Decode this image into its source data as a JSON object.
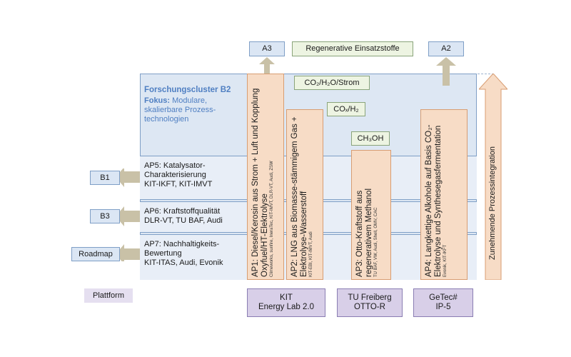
{
  "top": {
    "a3": "A3",
    "regen": "Regenerative Einsatzstoffe",
    "a2": "A2"
  },
  "cluster": {
    "title": "Forschungscluster B2",
    "focus_label": "Fokus:",
    "focus_text": " Modulare, skalierbare Prozess-technologien"
  },
  "chemicals": {
    "co2": "CO₂/H₂O/Strom",
    "cox": "COₓ/H₂",
    "ch3oh": "CH₃OH"
  },
  "rows": [
    {
      "title": "AP5: Katalysator-Charakterisierung",
      "partners": "KIT-IKFT, KIT-IMVT"
    },
    {
      "title": "AP6: Kraftstoffqualität",
      "partners": "DLR-VT, TU BAF, Audi"
    },
    {
      "title": "AP7: Nachhaltigkeits-Bewertung",
      "partners": "KIT-ITAS, Audi, Evonik"
    }
  ],
  "left_targets": [
    "B1",
    "B3",
    "Roadmap"
  ],
  "columns": [
    {
      "title": "AP1: Diesel/Kerosin aus Strom + Luft und Kopplung Oxyfuel/HT-Elektrolyse",
      "partners": "Climeworks, sunfire, IneraTec, KIT-IMVT, DLR-VT, Audi, ZSW"
    },
    {
      "title": "AP2: LNG aus Biomasse-stämmigem Gas + Elektrolyse-Wasserstoff",
      "partners": "KIT-EBI, KIT-IMVT, Audi"
    },
    {
      "title": "AP3: Otto-Kraftstoff aus regenerativem Methanol",
      "partners": "TU BAF, VW, Audi, Shell, OMV, CAC"
    },
    {
      "title": "AP4: Langkettige Alkohole auf Basis CO₂-Elektrolyse und Synthesegasfermentation",
      "partners": "Evonik, KIT-IKFT"
    }
  ],
  "integration": "Zunehmende Prozessintegration",
  "bottom": {
    "plattform": "Plattform",
    "kit": "KIT\nEnergy Lab 2.0",
    "tu": "TU Freiberg\nOTTO-R",
    "getec": "GeTec#\nIP-5"
  }
}
